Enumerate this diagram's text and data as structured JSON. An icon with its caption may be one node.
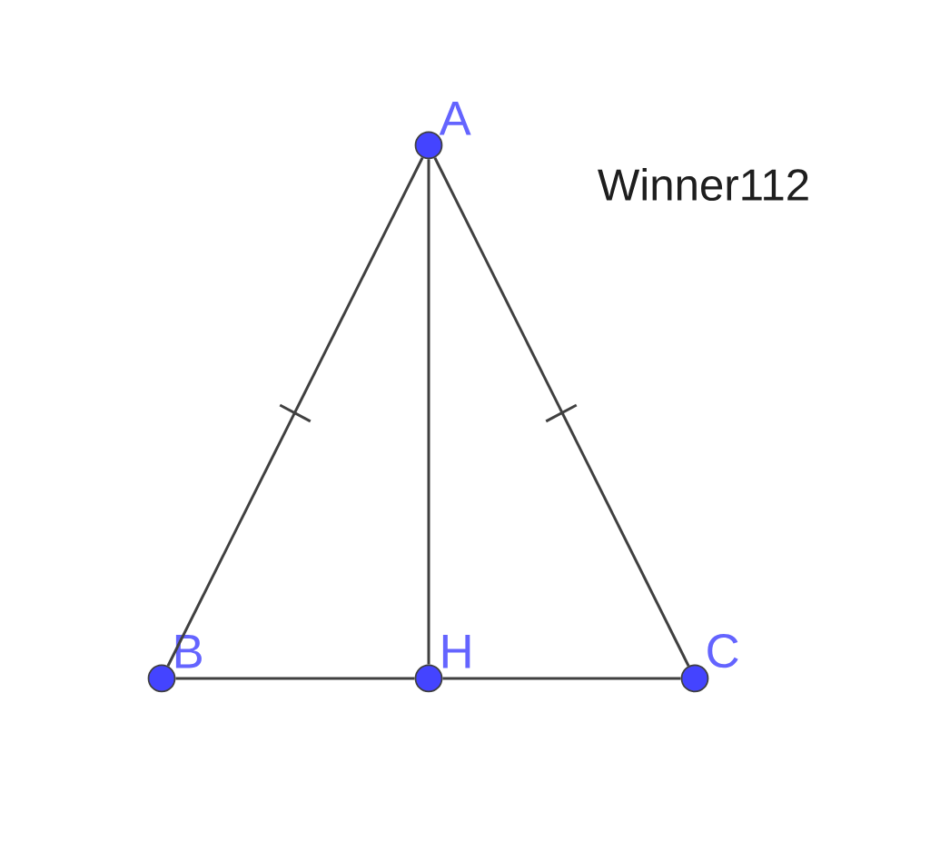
{
  "diagram": {
    "nodes": [
      {
        "text": [
          "A"
        ]
      },
      {
        "text": [
          "B"
        ]
      },
      {
        "text": [
          "H"
        ]
      },
      {
        "text": [
          "C"
        ]
      }
    ],
    "edges": [
      {
        "from": 0,
        "to": 1,
        "arrow": "none"
      },
      {
        "from": 0,
        "to": 3,
        "arrow": "none"
      },
      {
        "from": 0,
        "to": 2,
        "arrow": "none"
      },
      {
        "from": 1,
        "to": 2,
        "arrow": "none"
      },
      {
        "from": 2,
        "to": 3,
        "arrow": "none"
      }
    ],
    "labels": [
      "Winner112"
    ]
  }
}
